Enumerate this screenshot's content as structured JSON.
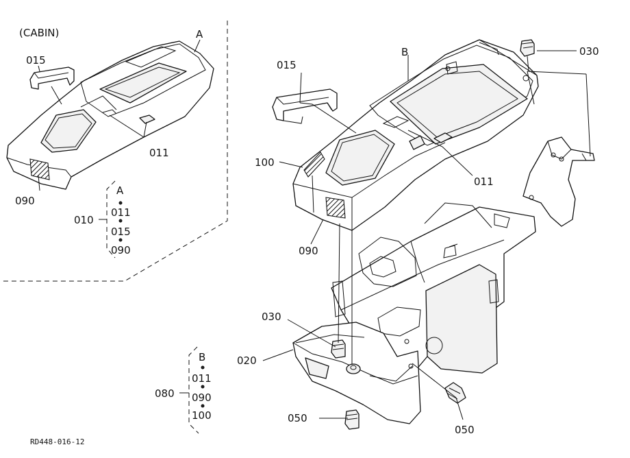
{
  "caption": {
    "section": "(CABIN)",
    "figure_ref": "RD448-016-12"
  },
  "callouts": {
    "part_015_left": "015",
    "part_011_left": "011",
    "part_090_left": "090",
    "point_a": "A",
    "part_015_right": "015",
    "point_b": "B",
    "part_030_top": "030",
    "part_100": "100",
    "part_011_right": "011",
    "part_090_right": "090",
    "part_030_low": "030",
    "part_020": "020",
    "part_050_left": "050",
    "part_050_right": "050"
  },
  "assembly_010": {
    "number": "010",
    "ref": "A",
    "items": [
      "011",
      "015",
      "090"
    ]
  },
  "assembly_080": {
    "number": "080",
    "ref": "B",
    "items": [
      "011",
      "090",
      "100"
    ]
  }
}
